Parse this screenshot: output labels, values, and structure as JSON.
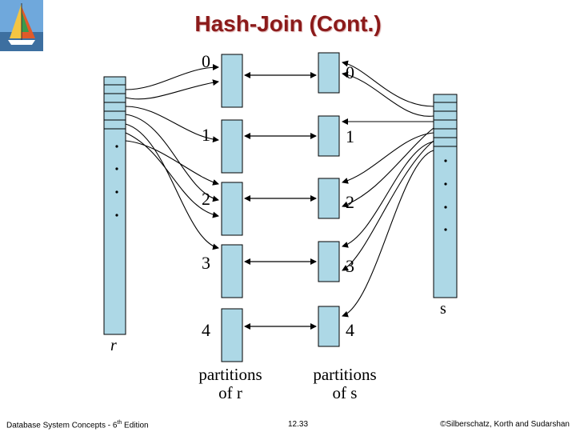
{
  "slide": {
    "title": "Hash-Join (Cont.)"
  },
  "diagram": {
    "relation_r_label": "r",
    "relation_s_label": "s",
    "partition_numbers": [
      "0",
      "1",
      "2",
      "3",
      "4"
    ],
    "partitions_r_caption": [
      "partitions",
      "of r"
    ],
    "partitions_s_caption": [
      "partitions",
      "of s"
    ],
    "colors": {
      "fill": "#add8e6",
      "stroke": "#000000",
      "title": "#8b1a1a"
    }
  },
  "footer": {
    "left_prefix": "Database System Concepts - 6",
    "left_sup": "th",
    "left_suffix": " Edition",
    "center": "12.33",
    "right": "©Silberschatz, Korth and Sudarshan"
  }
}
